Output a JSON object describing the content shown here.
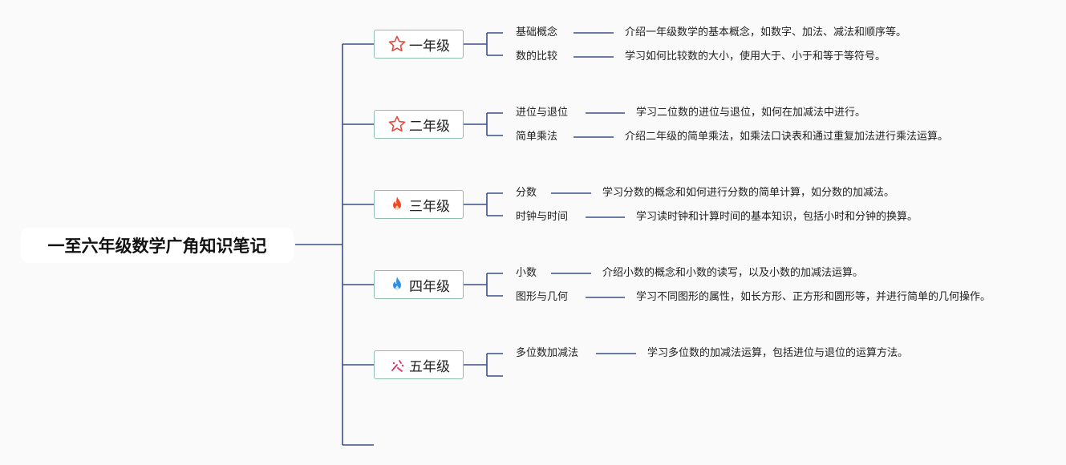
{
  "root": {
    "title": "一至六年级数学广角知识笔记"
  },
  "colors": {
    "line": "#3b4f86",
    "grade_border": "#8fbfb1",
    "star": "#e34b3f",
    "fire_red": "#f04a24",
    "fire_blue": "#2d8fe6",
    "sparkle": "#e0306a"
  },
  "grades": [
    {
      "label": "一年级",
      "icon": "star-icon",
      "topics": [
        {
          "name": "基础概念",
          "desc": "介绍一年级数学的基本概念，如数字、加法、减法和顺序等。"
        },
        {
          "name": "数的比较",
          "desc": "学习如何比较数的大小，使用大于、小于和等于等符号。"
        }
      ]
    },
    {
      "label": "二年级",
      "icon": "star-icon",
      "topics": [
        {
          "name": "进位与退位",
          "desc": "学习二位数的进位与退位，如何在加减法中进行。"
        },
        {
          "name": "简单乘法",
          "desc": "介绍二年级的简单乘法，如乘法口诀表和通过重复加法进行乘法运算。"
        }
      ]
    },
    {
      "label": "三年级",
      "icon": "fire-icon",
      "topics": [
        {
          "name": "分数",
          "desc": "学习分数的概念和如何进行分数的简单计算，如分数的加减法。"
        },
        {
          "name": "时钟与时间",
          "desc": "学习读时钟和计算时间的基本知识，包括小时和分钟的换算。"
        }
      ]
    },
    {
      "label": "四年级",
      "icon": "blue-fire-icon",
      "topics": [
        {
          "name": "小数",
          "desc": "介绍小数的概念和小数的读写，以及小数的加减法运算。"
        },
        {
          "name": "图形与几何",
          "desc": "学习不同图形的属性，如长方形、正方形和圆形等，并进行简单的几何操作。"
        }
      ]
    },
    {
      "label": "五年级",
      "icon": "sparkle-icon",
      "topics": [
        {
          "name": "多位数加减法",
          "desc": "学习多位数的加减法运算，包括进位与退位的运算方法。"
        },
        {
          "name": "",
          "desc": ""
        }
      ]
    }
  ]
}
